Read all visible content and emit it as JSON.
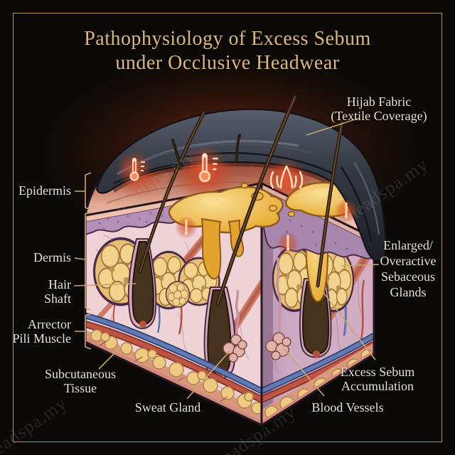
{
  "title": {
    "line1": "Pathophysiology of Excess Sebum",
    "line2": "under Occlusive Headwear"
  },
  "labels": {
    "hijab_fabric": {
      "line1": "Hijab Fabric",
      "line2": "(Textile Coverage)"
    },
    "epidermis": {
      "text": "Epidermis"
    },
    "dermis": {
      "text": "Dermis"
    },
    "hair_shaft": {
      "line1": "Hair",
      "line2": "Shaft"
    },
    "arrector_pili": {
      "line1": "Arrector",
      "line2": "Pili Muscle"
    },
    "subcutaneous": {
      "line1": "Subcutaneous",
      "line2": "Tissue"
    },
    "sweat_gland": {
      "text": "Sweat Gland"
    },
    "blood_vessels": {
      "text": "Blood Vessels"
    },
    "excess_sebum": {
      "line1": "Excess Sebum",
      "line2": "Accumulation"
    },
    "sebaceous_glands": {
      "line1": "Enlarged/",
      "line2": "Overactive",
      "line3": "Sebaceous",
      "line4": "Glands"
    }
  },
  "watermark": {
    "text": "headspa.my"
  },
  "colors": {
    "background": "#0b0a08",
    "frame_border": "#ad8c55",
    "title_text": "#ddb87e",
    "label_text": "#e7e1d8",
    "leader_line": "#c9a76a",
    "watermark": "#cfc8bb",
    "fabric_dark": "#23262d",
    "fabric_light": "#596070",
    "heat_glow": "#b4482a",
    "skin_surface": "#ecbfac",
    "epidermis_band": "#b48fb8",
    "dermis_front": "#eed2d6",
    "dermis_side": "#cda9c4",
    "sebum": "#ecb23f",
    "sebaceous_gland": "#f0cc84",
    "hair": "#3a2918",
    "arrector_muscle": "#cc7a66",
    "sweat_gland_coil": "#e0b2a8",
    "artery": "#bf5444",
    "vein": "#6379b4",
    "subcutaneous_fat": "#eec981"
  }
}
